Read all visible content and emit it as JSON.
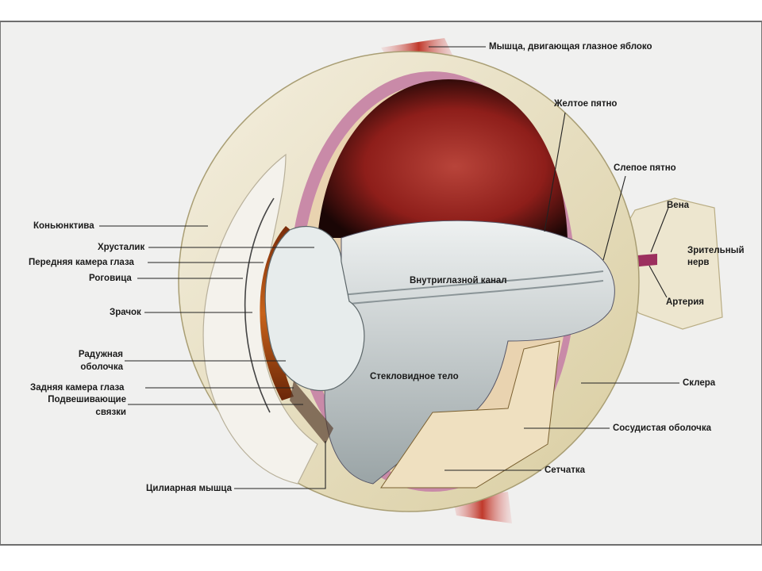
{
  "diagram": {
    "title": "",
    "colors": {
      "background": "#f0f0ef",
      "sclera": "#ece4c8",
      "choroid": "#c98aa8",
      "retina_interior": "#8e1e1a",
      "vitreous": "#d9dedf",
      "iris": "#a04a10",
      "muscle": "#c0392b",
      "label_text": "#1a1a1a"
    },
    "labels": {
      "muscle": "Мышца, двигающая глазное яблоко",
      "macula": "Желтое пятно",
      "blind_spot": "Слепое пятно",
      "vein": "Вена",
      "optic_nerve_1": "Зрительный",
      "optic_nerve_2": "нерв",
      "artery": "Артерия",
      "conjunctiva": "Коньюнктива",
      "lens": "Хрусталик",
      "anterior_chamber": "Передняя камера глаза",
      "cornea": "Роговица",
      "pupil": "Зрачок",
      "iris_1": "Радужная",
      "iris_2": "оболочка",
      "posterior_chamber": "Задняя камера глаза",
      "zonules_1": "Подвешивающие",
      "zonules_2": "связки",
      "hyaloid_canal": "Внутриглазной канал",
      "vitreous_body": "Стекловидное тело",
      "sclera": "Склера",
      "choroid": "Сосудистая оболочка",
      "retina": "Сетчатка",
      "ciliary_muscle": "Цилиарная мышца"
    }
  }
}
